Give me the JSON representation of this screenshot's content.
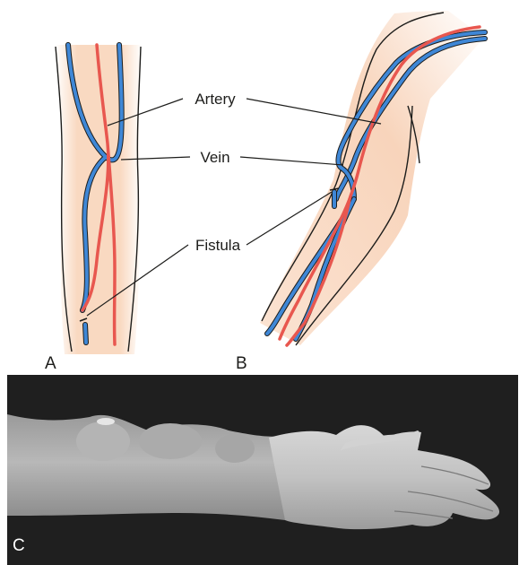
{
  "labels": {
    "artery": "Artery",
    "vein": "Vein",
    "fistula": "Fistula"
  },
  "panels": {
    "a": "A",
    "b": "B",
    "c": "C"
  },
  "colors": {
    "artery": "#e8574f",
    "vein": "#3f87d6",
    "vessel_outline": "#1d1d1b",
    "skin": "#f9d9c1",
    "photo_background": "#1f1f1f"
  }
}
